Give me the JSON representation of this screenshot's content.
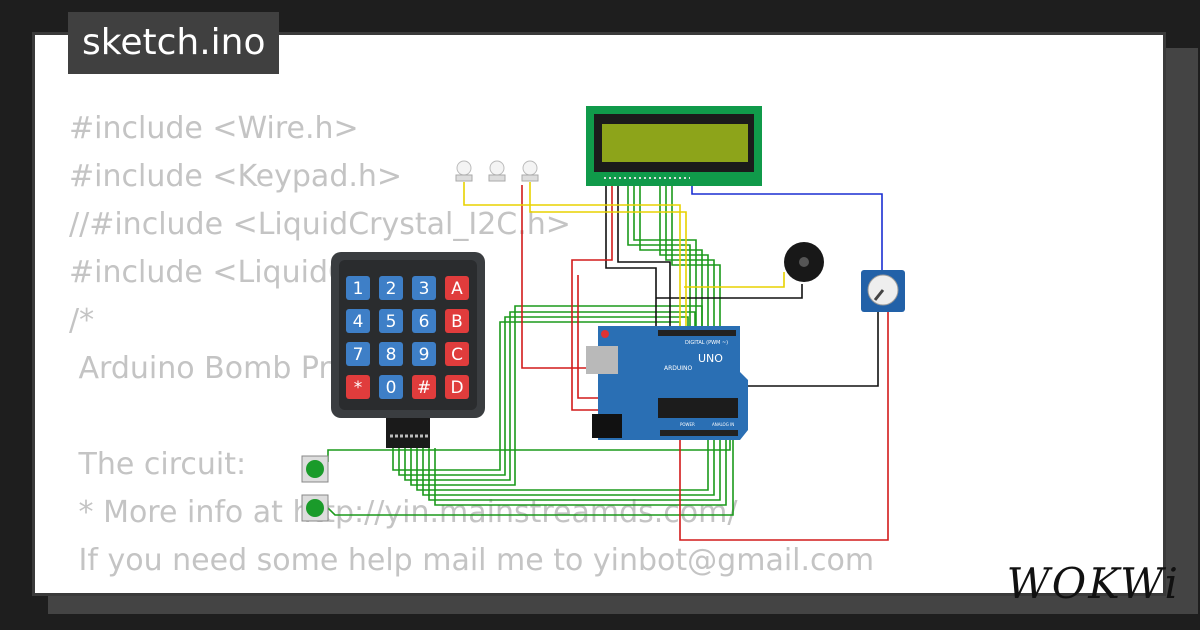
{
  "tab": {
    "filename": "sketch.ino"
  },
  "code_lines": [
    "#include <Wire.h>",
    "#include <Keypad.h>",
    "//#include <LiquidCrystal_I2C.h>",
    "#include <LiquidCrystal.h>",
    "/*",
    " Arduino Bomb Prop",
    "",
    " The circuit:",
    " * More info at http://yin.mainstreamds.com/",
    " If you need some help mail me to yinbot@gmail.com"
  ],
  "keypad": {
    "keys": [
      "1",
      "2",
      "3",
      "A",
      "4",
      "5",
      "6",
      "B",
      "7",
      "8",
      "9",
      "C",
      "*",
      "0",
      "#",
      "D"
    ],
    "key_colors": {
      "digit": "#3e7fc7",
      "letter": "#e03c3c"
    }
  },
  "arduino": {
    "brand": "ARDUINO",
    "model": "UNO",
    "digital_label": "DIGITAL (PWM ~)",
    "power_label": "POWER",
    "analog_label": "ANALOG IN"
  },
  "lcd": {
    "display_color": "#8da41a",
    "frame_color": "#109a4a"
  },
  "brand": {
    "logo": "WOKWi"
  },
  "colors": {
    "wire_green": "#1b9a1b",
    "wire_red": "#d21a1a",
    "wire_black": "#111111",
    "wire_yellow": "#e8d200",
    "wire_blue": "#1a2fd2",
    "board": "#2a6fb4"
  }
}
